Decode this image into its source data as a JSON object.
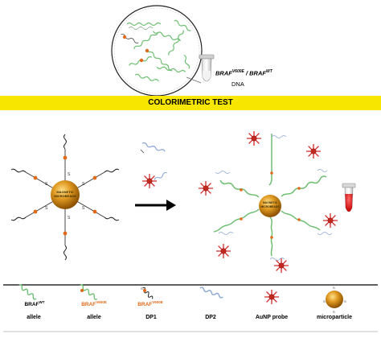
{
  "header": {
    "dna_label_braf_v600e": "BRAF",
    "dna_label_v600e_sup": "V600E",
    "dna_label_slash": " / ",
    "dna_label_braf_wt": "BRAF",
    "dna_label_wt_sup": "WT",
    "dna_word": "DNA"
  },
  "banner": {
    "title": "COLORIMETRIC TEST",
    "color": "#f7e600"
  },
  "beads": {
    "left_label": "MAGNETIC MICROBEADS",
    "right_label": "MAGNETIC MICROBEADS"
  },
  "legend": {
    "items": [
      {
        "top": "BRAF",
        "sup": "WT",
        "top_color": "#000000",
        "bottom": "allele"
      },
      {
        "top": "BRAF",
        "sup": "V600E",
        "top_color": "#e06a1a",
        "bottom": "allele"
      },
      {
        "top": "BRAF",
        "sup": "V600E",
        "top_color": "#e06a1a",
        "bottom": "DP1"
      },
      {
        "top": "",
        "sup": "",
        "top_color": "#000000",
        "bottom": "DP2"
      },
      {
        "top": "",
        "sup": "",
        "top_color": "#000000",
        "bottom": "AuNP probe"
      },
      {
        "top": "",
        "sup": "",
        "top_color": "#000000",
        "bottom": "microparticle"
      }
    ]
  },
  "colors": {
    "banner": "#f7e600",
    "dna_green": "#6fbf73",
    "dna_blue": "#8aa6d6",
    "aunp_red": "#d42a2a",
    "bead_gold": "#d18a1a",
    "tube_red": "#e31b1b",
    "mutation_orange": "#e06a1a"
  },
  "icons": [
    "tube-icon",
    "arrow-icon",
    "magnetic-bead-icon",
    "aunp-probe-icon"
  ]
}
